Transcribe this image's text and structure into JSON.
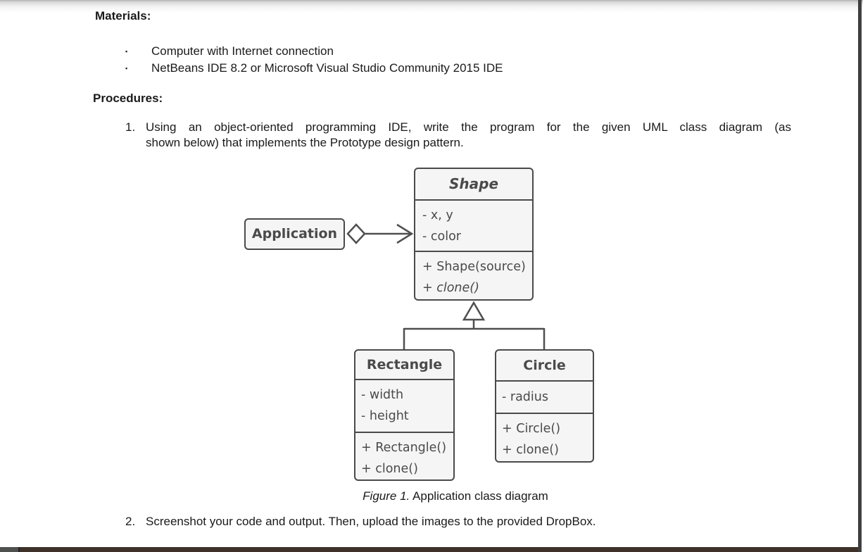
{
  "colors": {
    "text": "#1a1a1a",
    "diagram_line": "#4a4a4a",
    "diagram_fill": "#f5f5f5",
    "right_edge_bar": "#3f3f3f",
    "bottom_bar": "#3e3129",
    "bottom_bar_left": "#4d504d"
  },
  "document": {
    "bullet_char": "▪",
    "materials_heading": "Materials:",
    "materials_items": [
      "Computer with Internet connection",
      "NetBeans IDE 8.2 or Microsoft Visual Studio Community 2015 IDE"
    ],
    "procedures_heading": "Procedures:",
    "steps": [
      {
        "number": "1.",
        "lines": [
          "Using an object-oriented programming IDE, write the program for the given UML class diagram (as",
          "shown below) that implements the Prototype design pattern."
        ]
      },
      {
        "number": "2.",
        "lines": [
          "Screenshot your code and output. Then, upload the images to the provided DropBox."
        ]
      }
    ],
    "figure_caption": {
      "label_italic": "Figure 1.",
      "rest": " Application class diagram"
    }
  },
  "diagram": {
    "type": "uml-class-diagram",
    "classes": [
      {
        "name": "Application",
        "attributes": [],
        "methods": []
      },
      {
        "name": "Shape",
        "attributes": [
          "- x, y",
          "- color"
        ],
        "methods": [
          "+ Shape(source)",
          "+ clone()"
        ]
      },
      {
        "name": "Rectangle",
        "attributes": [
          "- width",
          "- height"
        ],
        "methods": [
          "+ Rectangle()",
          "+ clone()"
        ]
      },
      {
        "name": "Circle",
        "attributes": [
          "- radius"
        ],
        "methods": [
          "+ Circle()",
          "+ clone()"
        ]
      }
    ],
    "relationships": [
      {
        "type": "aggregation",
        "from": "Application",
        "to": "Shape"
      },
      {
        "type": "inheritance",
        "from": "Rectangle",
        "to": "Shape"
      },
      {
        "type": "inheritance",
        "from": "Circle",
        "to": "Shape"
      }
    ]
  }
}
